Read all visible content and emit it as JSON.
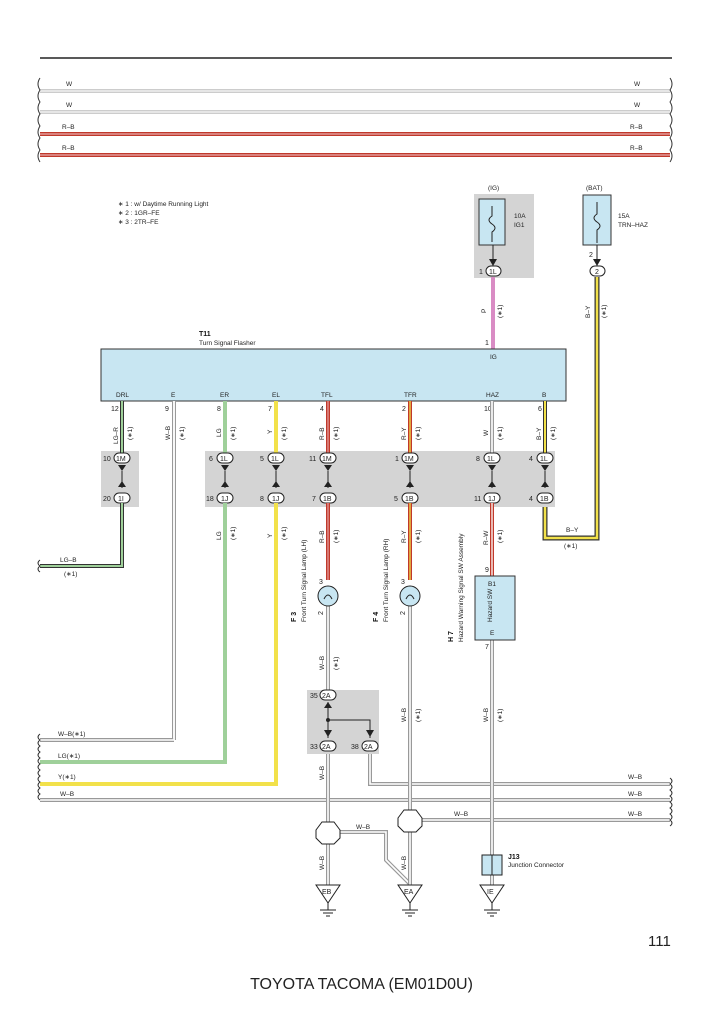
{
  "page": {
    "number": "111",
    "footer": "TOYOTA TACOMA (EM01D0U)"
  },
  "bus_wires": [
    {
      "left": "W",
      "right": "W"
    },
    {
      "left": "W",
      "right": "W"
    },
    {
      "left": "R–B",
      "right": "R–B"
    },
    {
      "left": "R–B",
      "right": "R–B"
    }
  ],
  "notes": [
    "∗ 1 : w/ Daytime Running Light",
    "∗ 2 : 1GR–FE",
    "∗ 3 : 2TR–FE"
  ],
  "fuses": [
    {
      "source": "(IG)",
      "rating": "10A",
      "name": "IG1"
    },
    {
      "source": "(BAT)",
      "rating": "15A",
      "name": "TRN–HAZ"
    }
  ],
  "flasher": {
    "id": "T11",
    "name": "Turn Signal Flasher",
    "ig_pin": "IG",
    "ig_pin_num": "1",
    "terminals": [
      {
        "label": "DRL",
        "pin": "12"
      },
      {
        "label": "E",
        "pin": "9"
      },
      {
        "label": "ER",
        "pin": "8"
      },
      {
        "label": "EL",
        "pin": "7"
      },
      {
        "label": "TFL",
        "pin": "4"
      },
      {
        "label": "TFR",
        "pin": "2"
      },
      {
        "label": "HAZ",
        "pin": "10"
      },
      {
        "label": "B",
        "pin": "6"
      }
    ]
  },
  "wires": {
    "ig_feed": "P",
    "bat_feed": "B–Y",
    "lg_r": "LG–R",
    "w_b": "W–B",
    "lg": "LG",
    "y": "Y",
    "r_b": "R–B",
    "r_y": "R–Y",
    "w": "W",
    "b_y": "B–Y",
    "r_w": "R–W",
    "lg_b": "LG–B",
    "star1": "(∗1)"
  },
  "connectors": {
    "ig_1l": {
      "pin": "1",
      "name": "1L"
    },
    "bat_2": {
      "pin": "2",
      "name": "2"
    },
    "upper": [
      {
        "pin": "10",
        "name": "1M"
      },
      {
        "pin": "6",
        "name": "1L"
      },
      {
        "pin": "5",
        "name": "1L"
      },
      {
        "pin": "11",
        "name": "1M"
      },
      {
        "pin": "1",
        "name": "1M"
      },
      {
        "pin": "8",
        "name": "1L"
      },
      {
        "pin": "4",
        "name": "1L"
      }
    ],
    "lower": [
      {
        "pin": "20",
        "name": "1I"
      },
      {
        "pin": "18",
        "name": "1J"
      },
      {
        "pin": "8",
        "name": "1J"
      },
      {
        "pin": "7",
        "name": "1B"
      },
      {
        "pin": "5",
        "name": "1B"
      },
      {
        "pin": "11",
        "name": "1J"
      },
      {
        "pin": "4",
        "name": "1B"
      }
    ],
    "c2a": [
      {
        "pin": "35",
        "name": "2A"
      },
      {
        "pin": "33",
        "name": "2A"
      },
      {
        "pin": "38",
        "name": "2A"
      }
    ]
  },
  "lamps": [
    {
      "id": "F 3",
      "name": "Front Turn Signal Lamp (LH)",
      "pin_top": "3",
      "pin_bot": "2"
    },
    {
      "id": "F 4",
      "name": "Front Turn Signal Lamp (RH)",
      "pin_top": "3",
      "pin_bot": "2"
    }
  ],
  "hazard_sw": {
    "id": "H 7",
    "name": "Hazard Warning Signal SW Assembly",
    "body": "Hazard SW",
    "term_top": "B1",
    "term_bot": "E",
    "pin_top": "9",
    "pin_bot": "7"
  },
  "junction": {
    "id": "J13",
    "name": "Junction Connector"
  },
  "grounds": [
    "EB",
    "EA",
    "IE"
  ],
  "left_wires": [
    "LG–B",
    "(∗1)",
    "W–B(∗1)",
    "LG(∗1)",
    "Y(∗1)",
    "W–B"
  ],
  "right_wires": [
    "W–B",
    "W–B",
    "W–B"
  ],
  "colors": {
    "pink": "#d98cc4",
    "yellow": "#f2e14a",
    "green": "#9fd09a",
    "red": "#c0392b",
    "orange": "#e8833a",
    "box": "#c8e6f2",
    "shade": "#d4d4d4"
  }
}
